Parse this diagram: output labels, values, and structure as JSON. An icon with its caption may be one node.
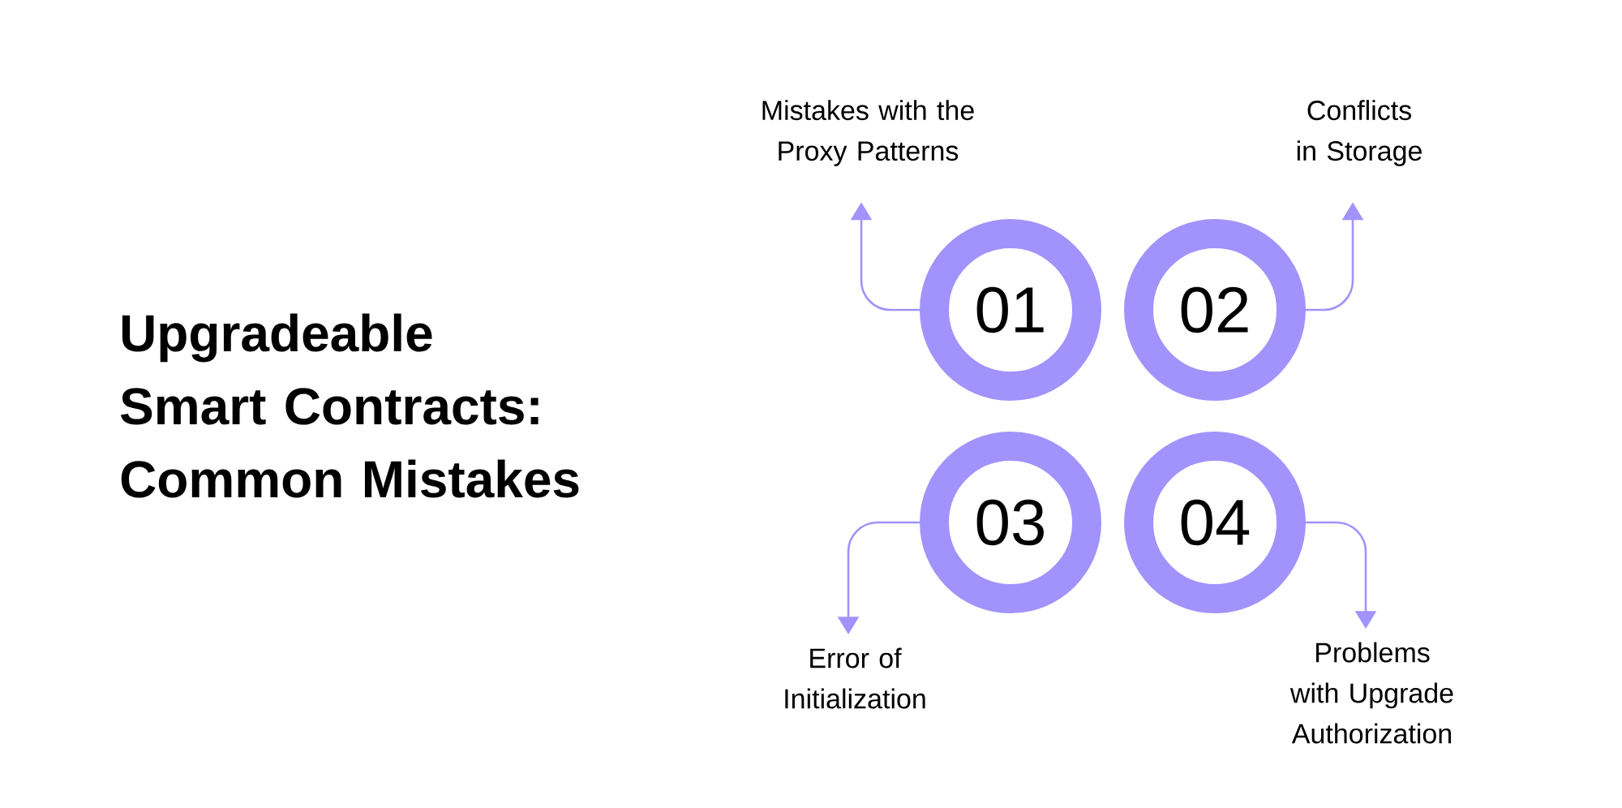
{
  "diagram": {
    "title": "Upgradeable Smart Contracts: Common Mistakes",
    "nodes": [
      {
        "text": [
          "Mistakes with the Proxy Patterns"
        ]
      },
      {
        "text": [
          "Conflicts in Storage"
        ]
      },
      {
        "text": [
          "01"
        ]
      },
      {
        "text": [
          "02"
        ]
      },
      {
        "text": [
          "03"
        ]
      },
      {
        "text": [
          "04"
        ]
      },
      {
        "text": [
          "Error of Initialization"
        ]
      },
      {
        "text": [
          "Problems with Upgrade Authorization"
        ]
      }
    ],
    "edges": [
      {
        "from": 2,
        "to": 0,
        "arrow": "to"
      },
      {
        "from": 3,
        "to": 1,
        "arrow": "to"
      },
      {
        "from": 4,
        "to": 6,
        "arrow": "to"
      },
      {
        "from": 5,
        "to": 7,
        "arrow": "to"
      }
    ]
  }
}
